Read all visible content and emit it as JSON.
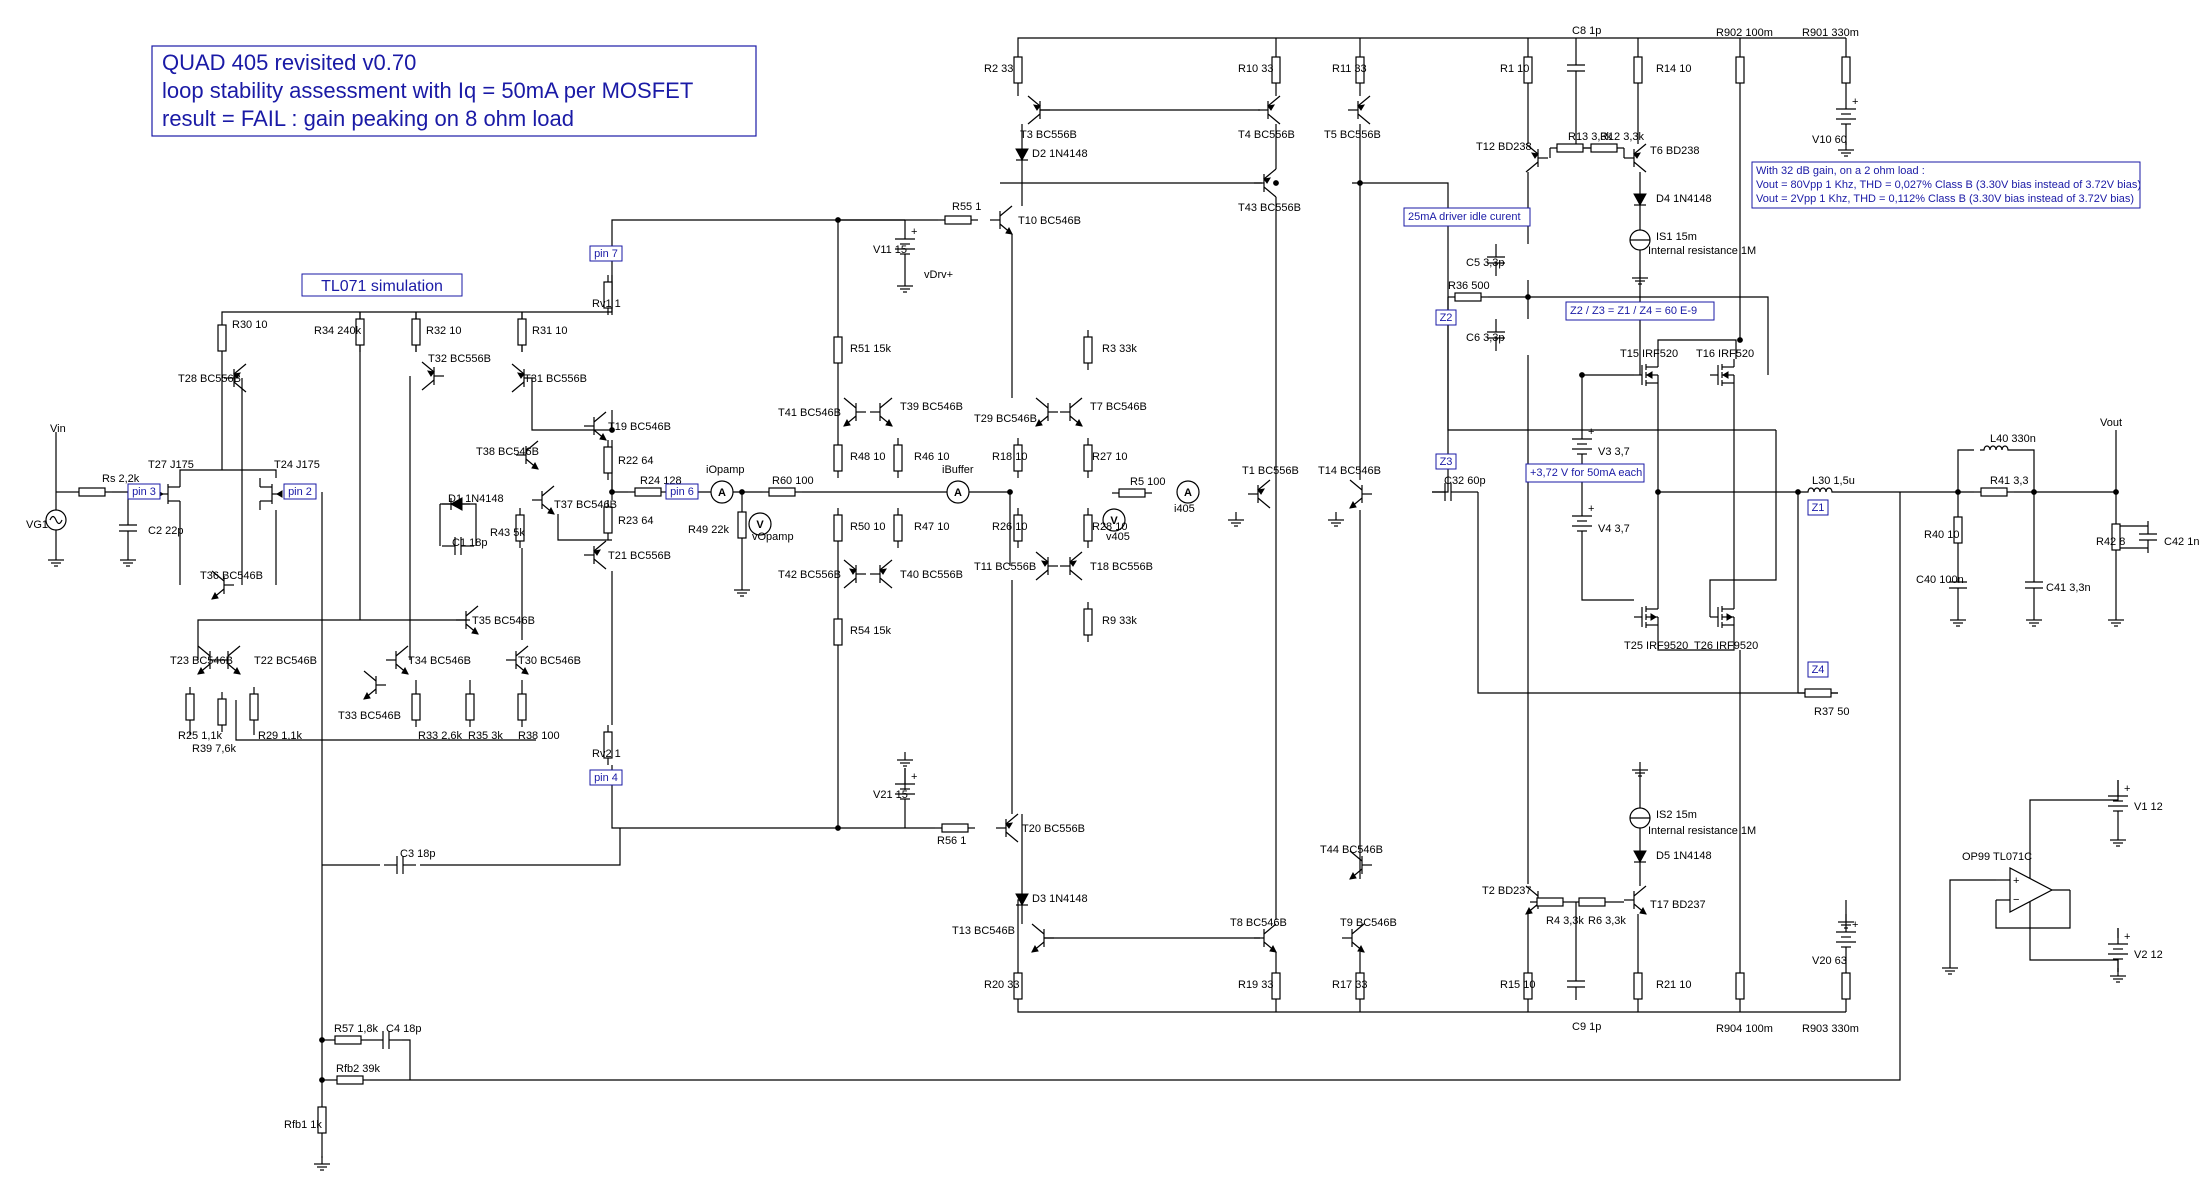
{
  "title_lines": [
    "QUAD 405 revisited v0.70",
    "loop stability assessment with Iq = 50mA per MOSFET",
    "result = FAIL : gain peaking on 8 ohm load"
  ],
  "sim_label": "TL071 simulation",
  "notes": {
    "driver": "25mA driver idle curent",
    "bias": "+3,72 V for 50mA each",
    "impedance": "Z2 / Z3 = Z1 / Z4 = 60 E-9",
    "thd_lines": [
      "With 32 dB gain, on a 2 ohm load :",
      "Vout = 80Vpp 1 Khz, THD = 0,027% Class B (3.30V bias instead of 3.72V bias)",
      "Vout =   2Vpp 1 Khz, THD = 0,112% Class B (3.30V bias instead of 3.72V bias)"
    ]
  },
  "pin_tags": [
    "pin 3",
    "pin 2",
    "pin 7",
    "pin 4",
    "pin 6",
    "Z1",
    "Z2",
    "Z3",
    "Z4"
  ],
  "nets": [
    "Vin",
    "Vout",
    "vDrv+",
    "vOpamp",
    "iOpamp",
    "iBuffer",
    "v405",
    "i405"
  ],
  "components": [
    {
      "ref": "Rs 2,2k",
      "kind": "resistor"
    },
    {
      "ref": "C2 22p",
      "kind": "capacitor"
    },
    {
      "ref": "VG1",
      "kind": "vsource"
    },
    {
      "ref": "T27 J175",
      "kind": "pjfet"
    },
    {
      "ref": "T24 J175",
      "kind": "pjfet"
    },
    {
      "ref": "R30 10",
      "kind": "resistor"
    },
    {
      "ref": "R34 240k",
      "kind": "resistor"
    },
    {
      "ref": "R32 10",
      "kind": "resistor"
    },
    {
      "ref": "R31 10",
      "kind": "resistor"
    },
    {
      "ref": "T28 BC556B",
      "kind": "pnp"
    },
    {
      "ref": "T32 BC556B",
      "kind": "pnp"
    },
    {
      "ref": "T31 BC556B",
      "kind": "pnp"
    },
    {
      "ref": "T38 BC546B",
      "kind": "npn"
    },
    {
      "ref": "T37 BC546B",
      "kind": "npn"
    },
    {
      "ref": "D1 1N4148",
      "kind": "diode"
    },
    {
      "ref": "C1 18p",
      "kind": "capacitor"
    },
    {
      "ref": "R43 5k",
      "kind": "resistor"
    },
    {
      "ref": "T36 BC546B",
      "kind": "npn"
    },
    {
      "ref": "T35 BC546B",
      "kind": "npn"
    },
    {
      "ref": "T23 BC546B",
      "kind": "npn"
    },
    {
      "ref": "T22 BC546B",
      "kind": "npn"
    },
    {
      "ref": "T34 BC546B",
      "kind": "npn"
    },
    {
      "ref": "T30 BC546B",
      "kind": "npn"
    },
    {
      "ref": "T33 BC546B",
      "kind": "npn"
    },
    {
      "ref": "R25 1,1k",
      "kind": "resistor"
    },
    {
      "ref": "R39 7,6k",
      "kind": "resistor"
    },
    {
      "ref": "R29 1,1k",
      "kind": "resistor"
    },
    {
      "ref": "R33 2,6k",
      "kind": "resistor"
    },
    {
      "ref": "R35 3k",
      "kind": "resistor"
    },
    {
      "ref": "R38 100",
      "kind": "resistor"
    },
    {
      "ref": "T19 BC546B",
      "kind": "npn"
    },
    {
      "ref": "T21 BC556B",
      "kind": "pnp"
    },
    {
      "ref": "R22 64",
      "kind": "resistor"
    },
    {
      "ref": "R23 64",
      "kind": "resistor"
    },
    {
      "ref": "Rv1 1",
      "kind": "resistor"
    },
    {
      "ref": "Rv2 1",
      "kind": "resistor"
    },
    {
      "ref": "R24 128",
      "kind": "resistor"
    },
    {
      "ref": "R49 22k",
      "kind": "resistor"
    },
    {
      "ref": "R60 100",
      "kind": "resistor"
    },
    {
      "ref": "C3 18p",
      "kind": "capacitor"
    },
    {
      "ref": "R57 1,8k",
      "kind": "resistor"
    },
    {
      "ref": "C4 18p",
      "kind": "capacitor"
    },
    {
      "ref": "Rfb2 39k",
      "kind": "resistor"
    },
    {
      "ref": "Rfb1 1k",
      "kind": "resistor"
    },
    {
      "ref": "V11 15",
      "kind": "battery"
    },
    {
      "ref": "V21 15",
      "kind": "battery"
    },
    {
      "ref": "R55 1",
      "kind": "resistor"
    },
    {
      "ref": "R56 1",
      "kind": "resistor"
    },
    {
      "ref": "T10 BC546B",
      "kind": "npn"
    },
    {
      "ref": "T20 BC556B",
      "kind": "pnp"
    },
    {
      "ref": "R51 15k",
      "kind": "resistor"
    },
    {
      "ref": "R54 15k",
      "kind": "resistor"
    },
    {
      "ref": "R48 10",
      "kind": "resistor"
    },
    {
      "ref": "R46 10",
      "kind": "resistor"
    },
    {
      "ref": "R50 10",
      "kind": "resistor"
    },
    {
      "ref": "R47 10",
      "kind": "resistor"
    },
    {
      "ref": "T41 BC546B",
      "kind": "npn"
    },
    {
      "ref": "T39 BC546B",
      "kind": "npn"
    },
    {
      "ref": "T42 BC556B",
      "kind": "pnp"
    },
    {
      "ref": "T40 BC556B",
      "kind": "pnp"
    },
    {
      "ref": "T29 BC546B",
      "kind": "npn"
    },
    {
      "ref": "T7 BC546B",
      "kind": "npn"
    },
    {
      "ref": "T11 BC556B",
      "kind": "pnp"
    },
    {
      "ref": "T18 BC556B",
      "kind": "pnp"
    },
    {
      "ref": "R3 33k",
      "kind": "resistor"
    },
    {
      "ref": "R9 33k",
      "kind": "resistor"
    },
    {
      "ref": "R18 10",
      "kind": "resistor"
    },
    {
      "ref": "R27 10",
      "kind": "resistor"
    },
    {
      "ref": "R26 10",
      "kind": "resistor"
    },
    {
      "ref": "R28 10",
      "kind": "resistor"
    },
    {
      "ref": "R5 100",
      "kind": "resistor"
    },
    {
      "ref": "R2 33",
      "kind": "resistor"
    },
    {
      "ref": "R10 33",
      "kind": "resistor"
    },
    {
      "ref": "R11 33",
      "kind": "resistor"
    },
    {
      "ref": "T3 BC556B",
      "kind": "pnp"
    },
    {
      "ref": "T4 BC556B",
      "kind": "pnp"
    },
    {
      "ref": "T5 BC556B",
      "kind": "pnp"
    },
    {
      "ref": "D2 1N4148",
      "kind": "diode"
    },
    {
      "ref": "T43 BC556B",
      "kind": "pnp"
    },
    {
      "ref": "T1 BC556B",
      "kind": "pnp"
    },
    {
      "ref": "T14 BC546B",
      "kind": "npn"
    },
    {
      "ref": "T44 BC546B",
      "kind": "npn"
    },
    {
      "ref": "D3 1N4148",
      "kind": "diode"
    },
    {
      "ref": "T13 BC546B",
      "kind": "npn"
    },
    {
      "ref": "T8 BC546B",
      "kind": "npn"
    },
    {
      "ref": "T9 BC546B",
      "kind": "npn"
    },
    {
      "ref": "R20 33",
      "kind": "resistor"
    },
    {
      "ref": "R19 33",
      "kind": "resistor"
    },
    {
      "ref": "R17 33",
      "kind": "resistor"
    },
    {
      "ref": "R1 10",
      "kind": "resistor"
    },
    {
      "ref": "C8 1p",
      "kind": "capacitor"
    },
    {
      "ref": "R14 10",
      "kind": "resistor"
    },
    {
      "ref": "R902 100m",
      "kind": "resistor"
    },
    {
      "ref": "R901 330m",
      "kind": "resistor"
    },
    {
      "ref": "V10 60",
      "kind": "battery"
    },
    {
      "ref": "T12 BD238",
      "kind": "pnp"
    },
    {
      "ref": "R13 3,3k",
      "kind": "resistor"
    },
    {
      "ref": "R12 3,3k",
      "kind": "resistor"
    },
    {
      "ref": "T6 BD238",
      "kind": "pnp"
    },
    {
      "ref": "D4 1N4148",
      "kind": "diode"
    },
    {
      "ref": "IS1 15m",
      "kind": "isource"
    },
    {
      "ref": "C5 3,3p",
      "kind": "capacitor"
    },
    {
      "ref": "R36 500",
      "kind": "resistor"
    },
    {
      "ref": "C6 3,3p",
      "kind": "capacitor"
    },
    {
      "ref": "T15 IRF520",
      "kind": "nmos"
    },
    {
      "ref": "T16 IRF520",
      "kind": "nmos"
    },
    {
      "ref": "V3 3,7",
      "kind": "battery"
    },
    {
      "ref": "V4 3,7",
      "kind": "battery"
    },
    {
      "ref": "C32 60p",
      "kind": "capacitor"
    },
    {
      "ref": "T25 IRF9520",
      "kind": "pmos"
    },
    {
      "ref": "T26 IRF9520",
      "kind": "pmos"
    },
    {
      "ref": "R37 50",
      "kind": "resistor"
    },
    {
      "ref": "L30 1,5u",
      "kind": "inductor"
    },
    {
      "ref": "L40 330n",
      "kind": "inductor"
    },
    {
      "ref": "R41 3,3",
      "kind": "resistor"
    },
    {
      "ref": "R40 10",
      "kind": "resistor"
    },
    {
      "ref": "C40 100n",
      "kind": "capacitor"
    },
    {
      "ref": "C41 3,3n",
      "kind": "capacitor"
    },
    {
      "ref": "R42 8",
      "kind": "resistor"
    },
    {
      "ref": "C42 1n",
      "kind": "capacitor"
    },
    {
      "ref": "IS2 15m",
      "kind": "isource"
    },
    {
      "ref": "D5 1N4148",
      "kind": "diode"
    },
    {
      "ref": "T2 BD237",
      "kind": "npn"
    },
    {
      "ref": "R4 3,3k",
      "kind": "resistor"
    },
    {
      "ref": "R6 3,3k",
      "kind": "resistor"
    },
    {
      "ref": "T17 BD237",
      "kind": "npn"
    },
    {
      "ref": "C9 1p",
      "kind": "capacitor"
    },
    {
      "ref": "R15 10",
      "kind": "resistor"
    },
    {
      "ref": "R21 10",
      "kind": "resistor"
    },
    {
      "ref": "R904 100m",
      "kind": "resistor"
    },
    {
      "ref": "R903 330m",
      "kind": "resistor"
    },
    {
      "ref": "V20 63",
      "kind": "battery"
    },
    {
      "ref": "OP99 TL071C",
      "kind": "opamp"
    },
    {
      "ref": "V1 12",
      "kind": "battery"
    },
    {
      "ref": "V2 12",
      "kind": "battery"
    }
  ],
  "misc_labels": [
    "Internal resistance 1M",
    "Internal resistance 1M"
  ]
}
